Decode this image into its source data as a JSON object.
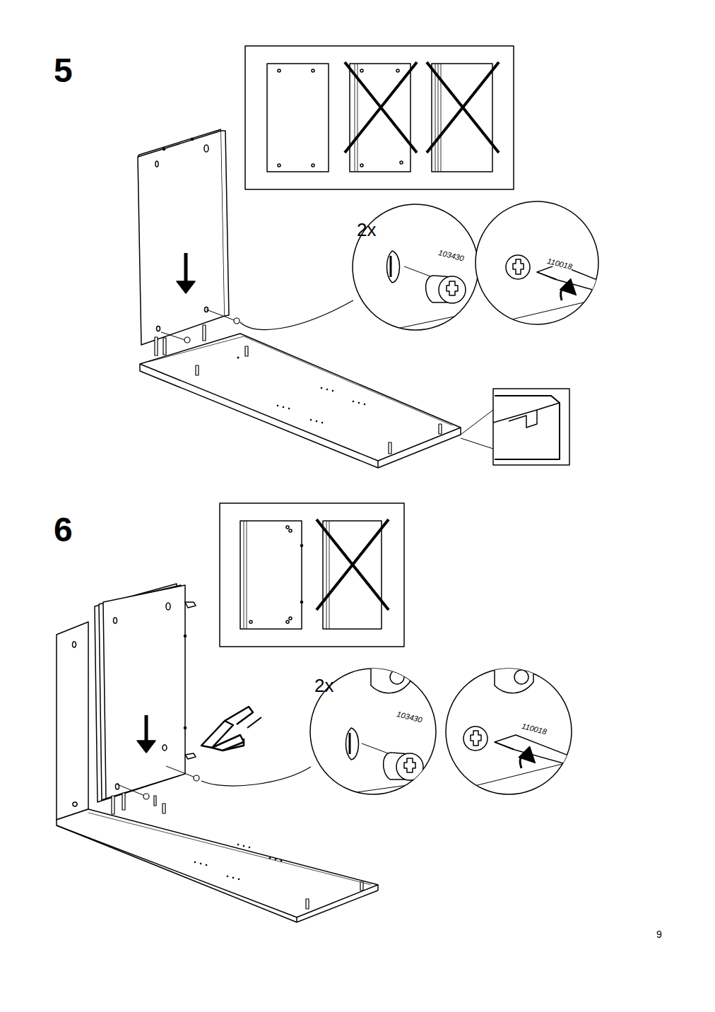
{
  "diagram": {
    "labels": [
      "5",
      "2x",
      "103430",
      "110018",
      "6",
      "2x",
      "103430",
      "110018",
      "9"
    ]
  }
}
